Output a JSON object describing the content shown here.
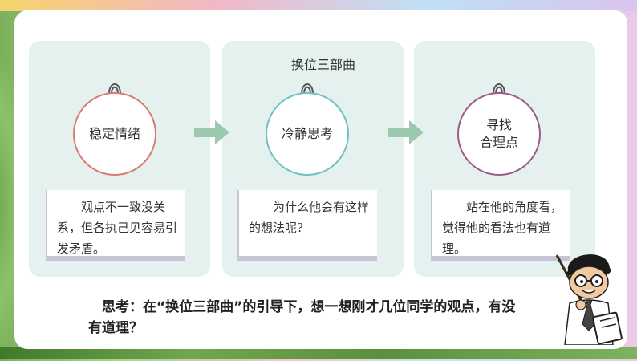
{
  "slide": {
    "title": "换位三部曲",
    "steps": [
      {
        "label": "稳定情绪",
        "note": "　　观点不一致没关系，但各执己见容易引发矛盾。"
      },
      {
        "label": "冷静思考",
        "note": "　　为什么他会有这样的想法呢?"
      },
      {
        "label": "寻找\n合理点",
        "note": "　　站在他的角度看，觉得他的看法也有道理。"
      }
    ],
    "question": "　思考：在“换位三部曲”的引导下，想一想刚才几位同学的观点，有没有道理？"
  },
  "colors": {
    "panel_bg": "#e4f1ef",
    "circle1_border": "#d97b70",
    "circle2_border": "#6fc0c3",
    "circle3_border": "#a05a86",
    "arrow": "#9cc8b0"
  }
}
